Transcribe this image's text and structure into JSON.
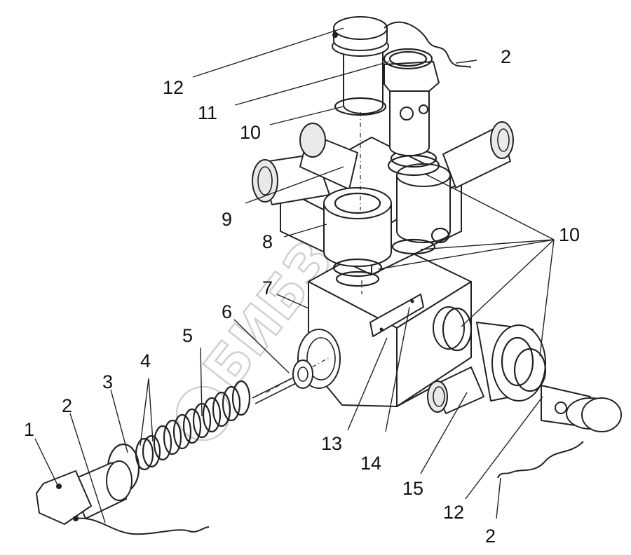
{
  "watermark": "БИБЗОН",
  "callouts": {
    "n1": "1",
    "n2a": "2",
    "n2b": "2",
    "n2c": "2",
    "n3": "3",
    "n4": "4",
    "n5": "5",
    "n6": "6",
    "n7": "7",
    "n8": "8",
    "n9": "9",
    "n10a": "10",
    "n10b": "10",
    "n11": "11",
    "n12a": "12",
    "n12b": "12",
    "n13": "13",
    "n14": "14",
    "n15": "15"
  }
}
